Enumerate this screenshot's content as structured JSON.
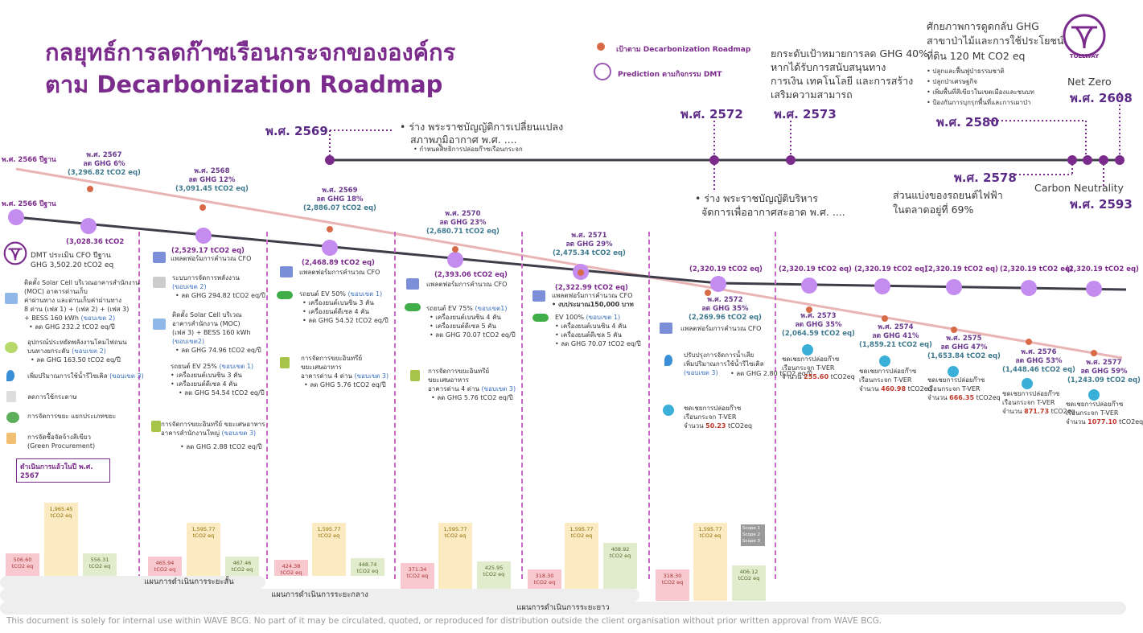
{
  "title": {
    "line1": "กลยุทธ์การลดก๊าซเรือนกระจกขององค์กร",
    "line2": "ตาม Decarbonization Roadmap"
  },
  "legend": {
    "target": "เป้าตาม Decarbonization Roadmap",
    "prediction": "Prediction ตามกิจกรรม DMT"
  },
  "colors": {
    "purple": "#7b2b8c",
    "target_line": "#e8b4b4",
    "timeline": "#3d3d4a",
    "node": "#c58cf0"
  },
  "milestones": {
    "m2569": {
      "year": "พ.ศ. 2569",
      "l1": "• ร่าง พระราชบัญญัติการเปลี่ยนแปลง",
      "l2": "สภาพภูมิอากาศ พ.ศ. ....",
      "l3": "• กำหนดสิทธิการปล่อยก๊าซเรือนกระจก"
    },
    "m2572": {
      "year": "พ.ศ. 2572",
      "l1": "• ร่าง พระราชบัญญัติบริหาร",
      "l2": "จัดการเพื่ออากาศสะอาด พ.ศ. ...."
    },
    "m2573": {
      "year": "พ.ศ. 2573",
      "l1": "ยกระดับเป้าหมายการลด GHG 40%",
      "l2": "หากได้รับการสนับสนุนทาง",
      "l3": "การเงิน เทคโนโลยี และการสร้าง",
      "l4": "เสริมความสามารถ"
    },
    "m2578": {
      "year": "พ.ศ. 2578",
      "l1": "ส่วนแบ่งของรถยนต์ไฟฟ้า",
      "l2": "ในตลาดอยู่ที่ 69%"
    },
    "m2580": {
      "year": "พ.ศ. 2580",
      "head1": "ศักยภาพการดูดกลับ GHG",
      "head2": "สาขาป่าไม้และการใช้ประโยชน์",
      "head3": "ที่ดิน 120 Mt CO2 eq",
      "b1": "• ปลูกและฟื้นฟูป่าธรรมชาติ",
      "b2": "• ปลูกป่าเศรษฐกิจ",
      "b3": "• เพิ่มพื้นที่สีเขียวในเขตเมืองและชนบท",
      "b4": "• ป้องกันการบุกรุกพื้นที่และการเผาป่า"
    },
    "m2593": {
      "label": "Carbon Neutrality",
      "year": "พ.ศ. 2593"
    },
    "m2608": {
      "label": "Net Zero",
      "year": "พ.ศ. 2608"
    }
  },
  "targets": [
    {
      "year": "พ.ศ. 2566 ปีฐาน",
      "pct": "",
      "val": ""
    },
    {
      "year": "พ.ศ. 2567",
      "pct": "ลด GHG 6%",
      "val": "(3,296.82 tCO2 eq)"
    },
    {
      "year": "พ.ศ. 2568",
      "pct": "ลด GHG 12%",
      "val": "(3,091.45 tCO2 eq)"
    },
    {
      "year": "พ.ศ. 2569",
      "pct": "ลด GHG 18%",
      "val": "(2,886.07 tCO2 eq)"
    },
    {
      "year": "พ.ศ. 2570",
      "pct": "ลด GHG 23%",
      "val": "(2,680.71 tCO2 eq)"
    },
    {
      "year": "พ.ศ. 2571",
      "pct": "ลด GHG 29%",
      "val": "(2,475.34 tCO2 eq)"
    },
    {
      "year": "พ.ศ. 2572",
      "pct": "ลด GHG 35%",
      "val": "(2,269.96 tCO2 eq)"
    },
    {
      "year": "พ.ศ. 2573",
      "pct": "ลด GHG 35%",
      "val": "(2,064.59 tCO2 eq)"
    },
    {
      "year": "พ.ศ. 2574",
      "pct": "ลด GHG 41%",
      "val": "(1,859.21 tCO2 eq)"
    },
    {
      "year": "พ.ศ. 2575",
      "pct": "ลด GHG 47%",
      "val": "(1,653.84 tCO2 eq)"
    },
    {
      "year": "พ.ศ. 2576",
      "pct": "ลด GHG 53%",
      "val": "(1,448.46 tCO2 eq)"
    },
    {
      "year": "พ.ศ. 2577",
      "pct": "ลด GHG 59%",
      "val": "(1,243.09 tCO2 eq)"
    }
  ],
  "predictions": [
    "พ.ศ. 2566 ปีฐาน",
    "(3,028.36 tCO2",
    "(2,529.17 tCO2 eq)",
    "(2,468.89 tCO2 eq)",
    "(2,393.06 tCO2 eq)",
    "(2,322.99 tCO2 eq)",
    "(2,320.19 tCO2 eq)",
    "(2,320.19 tCO2 eq)",
    "(2,320.19 tCO2 eq)",
    "(2,320.19 tCO2 eq)",
    "(2,320.19 tCO2 eq)",
    "(2,320.19 tCO2 eq)"
  ],
  "col1": {
    "dmt1": "DMT ประเมิน CFO ปีฐาน",
    "dmt2": "GHG  3,502.20 tCO2 eq",
    "solar1": "ติดตั้ง Solar Cell บริเวณอาคารสำนักงาน",
    "solar2": "(MOC) อาคารด่านเก็บ",
    "solar3": "ค่าผ่านทาง และด่านเก็บค่าผ่านทาง",
    "solar4": "8 ด่าน (เฟส 1) + (เฟส 2) + (เฟส 3)",
    "solar5": "+ BESS 160 kWh",
    "solar5b": "(ขอบเขต 2)",
    "solar6": "•  ลด GHG 232.2 tCO2 eq/ปี",
    "eq1": "อุปกรณ์ประหยัดพลังงานโคมไฟถนน",
    "eq2": "บนทางยกระดับ",
    "eq2b": "(ขอบเขต 2)",
    "eq3": "•  ลด GHG 163.50 tCO2 eq/ปี",
    "water": "เพิ่มปริมาณการใช้น้ำรีไซเคิล",
    "waterb": "(ขอบเขต 3)",
    "paper": "ลดการใช้กระดาษ",
    "waste": "การจัดการขยะ แยกประเภทขยะ",
    "green1": "การจัดซื้อจัดจ้างสีเขียว",
    "green2": "(Green Procurement)",
    "done": "ดำเนินการแล้วในปี พ.ศ. 2567"
  },
  "col2": {
    "cfo": "แพลตฟอร์มการคำนวณ CFO",
    "ems1": "ระบบการจัดการพลังงาน",
    "ems2": "(ขอบเขต 2)",
    "ems3": "•  ลด GHG 294.82 tCO2 eq/ปี",
    "sol1": "ติดตั้ง Solar Cell บริเวณ",
    "sol2": "อาคารสำนักงาน (MOC)",
    "sol3": "(เฟส 3) + BESS 160 kWh",
    "sol4": "(ขอบเขต2)",
    "sol5": "•  ลด GHG 74.96 tCO2 eq/ปี",
    "ev1": "รถยนต์ EV 25%",
    "ev1b": "(ขอบเขต 1)",
    "ev2": "•  เครื่องยนต์เบนซิน 3  คัน",
    "ev3": "•  เครื่องยนต์ดีเซล 4 คัน",
    "ev4": "•  ลด GHG 54.54 tCO2 eq/ปี",
    "org1": "การจัดการขยะอินทรีย์ ขยะเศษอาหาร",
    "org2": "อาคารสำนักงานใหญ่",
    "org2b": "(ขอบเขต 3)",
    "org3": "•  ลด GHG 2.88 tCO2 eq/ปี"
  },
  "col3": {
    "cfo": "แพลตฟอร์มการคำนวณ CFO",
    "ev1": "รถยนต์ EV 50%",
    "ev1b": "(ขอบเขต 1)",
    "ev2": "•  เครื่องยนต์เบนซิน 3  คัน",
    "ev3": "•  เครื่องยนต์ดีเซล 4 คัน",
    "ev4": "•  ลด GHG 54.52 tCO2 eq/ปี",
    "org1": "การจัดการขยะอินทรีย์",
    "org2": "ขยะเศษอาหาร",
    "org3": "อาคารด่าน 4 ด่าน",
    "org3b": "(ขอบเขต 3)",
    "org4": "•  ลด GHG 5.76 tCO2 eq/ปี"
  },
  "col4": {
    "cfo": "แพลตฟอร์มการคำนวณ CFO",
    "ev1": "รถยนต์ EV 75%",
    "ev1b": "(ขอบเขต1)",
    "ev2": "•  เครื่องยนต์เบนซิน 4  คัน",
    "ev3": "•  เครื่องยนต์ดีเซล 5 คัน",
    "ev4": "•  ลด GHG 70.07 tCO2 eq/ปี",
    "org1": "การจัดการขยะอินทรีย์",
    "org2": "ขยะเศษอาหาร",
    "org3": "อาคารด่าน 4 ด่าน",
    "org3b": "(ขอบเขต 3)",
    "org4": "•  ลด GHG 5.76 tCO2 eq/ปี"
  },
  "col5": {
    "cfo": "แพลตฟอร์มการคำนวณ CFO",
    "budget": "•  งบประมาณ150,000 บาท",
    "ev1": "EV 100%",
    "ev1b": "(ขอบเขต 1)",
    "ev2": "•  เครื่องยนต์เบนซิน 4  คัน",
    "ev3": "•  เครื่องยนต์ดีเซล 5 คัน",
    "ev4": "•  ลด GHG 70.07 tCO2 eq/ปี"
  },
  "col6": {
    "cfo": "แพลตฟอร์มการคำนวณ CFO",
    "w1": "ปรับปรุงการจัดการน้ำเสีย",
    "w2": "เพิ่มปริมาณการใช้น้ำรีไซเคิล",
    "w3": "(ขอบเขต 3)",
    "w4": "•  ลด GHG 2.80 tCO2 eq/ปี",
    "c1": "ชดเชยการปล่อยก๊าซ",
    "c2": "เรือนกระจก T-VER",
    "c3": "จำนวน",
    "c3v": "50.23",
    "c3u": "tCO2eq"
  },
  "offsets": [
    {
      "l1": "ชดเชยการปล่อยก๊าซ",
      "l2": "เรือนกระจก T-VER",
      "l3": "จำนวน",
      "v": "255.60",
      "u": "tCO2eq"
    },
    {
      "l1": "ชดเชยการปล่อยก๊าซ",
      "l2": "เรือนกระจก T-VER",
      "l3": "จำนวน",
      "v": "460.98",
      "u": "tCO2eq"
    },
    {
      "l1": "ชดเชยการปล่อยก๊าซ",
      "l2": "เรือนกระจก T-VER",
      "l3": "จำนวน",
      "v": "666.35",
      "u": "tCO2eq"
    },
    {
      "l1": "ชดเชยการปล่อยก๊าซ",
      "l2": "เรือนกระจก T-VER",
      "l3": "จำนวน",
      "v": "871.73",
      "u": "tCO2eq"
    },
    {
      "l1": "ชดเชยการปล่อยก๊าซ",
      "l2": "เรือนกระจก T-VER",
      "l3": "จำนวน",
      "v": "1077.10",
      "u": "tCO2eq"
    }
  ],
  "bars": [
    {
      "a": "506.60",
      "b": "1,965.45",
      "c": "556.31"
    },
    {
      "a": "465.94",
      "b": "1,595.77",
      "c": "467.46"
    },
    {
      "a": "424.38",
      "b": "1,595.77",
      "c": "448.74"
    },
    {
      "a": "371.34",
      "b": "1,595.77",
      "c": "425.95"
    },
    {
      "a": "318.30",
      "b": "1,595.77",
      "c": "408.92"
    },
    {
      "a": "318.30",
      "b": "1,595.77",
      "c": "406.12"
    }
  ],
  "bar_unit": "tCO2 eq",
  "scope": {
    "s1": "Scope 1",
    "s2": "Scope 2",
    "s3": "Scope 3"
  },
  "plans": {
    "short": "แผนการดำเนินการระยะสั้น",
    "mid": "แผนการดำเนินการระยะกลาง",
    "long": "แผนการดำเนินการระยะยาว"
  },
  "footer": "This document is solely for internal use within WAVE BCG. No part of it may be circulated, quoted, or reproduced for distribution outside the client organisation without prior written approval from WAVE BCG.",
  "logo": {
    "text": "TOLLWAY"
  }
}
